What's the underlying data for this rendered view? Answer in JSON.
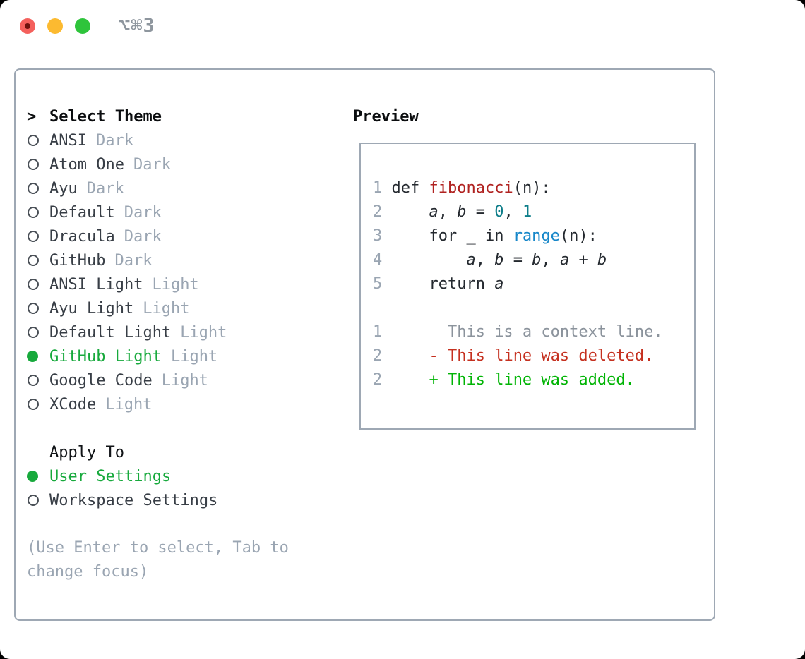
{
  "window": {
    "shortcut_label": "⌥⌘3",
    "traffic_lights": {
      "close_color": "#F4605C",
      "close_dot_color": "#6E120D",
      "minimize_color": "#FCBA30",
      "zoom_color": "#2EC43B"
    }
  },
  "colors": {
    "default": "#24292F",
    "lineno": "#9AA5B2",
    "function": "#B02220",
    "number": "#0E7E8A",
    "builtin": "#1787C9",
    "context": "#8B939C",
    "deleted": "#C5301F",
    "added": "#00B404",
    "selected_green": "#17A93C",
    "panel_border": "#9EA8B4"
  },
  "theme_panel": {
    "prompt": ">",
    "title": "Select Theme",
    "themes": [
      {
        "name": "ANSI",
        "variant": "Dark",
        "selected": false
      },
      {
        "name": "Atom One",
        "variant": "Dark",
        "selected": false
      },
      {
        "name": "Ayu",
        "variant": "Dark",
        "selected": false
      },
      {
        "name": "Default",
        "variant": "Dark",
        "selected": false
      },
      {
        "name": "Dracula",
        "variant": "Dark",
        "selected": false
      },
      {
        "name": "GitHub",
        "variant": "Dark",
        "selected": false
      },
      {
        "name": "ANSI Light",
        "variant": "Light",
        "selected": false
      },
      {
        "name": "Ayu Light",
        "variant": "Light",
        "selected": false
      },
      {
        "name": "Default Light",
        "variant": "Light",
        "selected": false
      },
      {
        "name": "GitHub Light",
        "variant": "Light",
        "selected": true
      },
      {
        "name": "Google Code",
        "variant": "Light",
        "selected": false
      },
      {
        "name": "XCode",
        "variant": "Light",
        "selected": false
      }
    ],
    "apply_to": {
      "title": "Apply To",
      "options": [
        {
          "label": "User Settings",
          "selected": true
        },
        {
          "label": "Workspace Settings",
          "selected": false
        }
      ]
    },
    "help_lines": [
      "(Use Enter to select, Tab to",
      "change focus)"
    ]
  },
  "preview": {
    "title": "Preview",
    "code_lines": [
      [
        {
          "t": "1",
          "c": "lineno"
        },
        {
          "t": " def ",
          "c": "default"
        },
        {
          "t": "fibonacci",
          "c": "function"
        },
        {
          "t": "(n):",
          "c": "default"
        }
      ],
      [
        {
          "t": "2",
          "c": "lineno"
        },
        {
          "t": "     ",
          "c": "default"
        },
        {
          "t": "a",
          "c": "default",
          "i": true
        },
        {
          "t": ", ",
          "c": "default"
        },
        {
          "t": "b",
          "c": "default",
          "i": true
        },
        {
          "t": " = ",
          "c": "default"
        },
        {
          "t": "0",
          "c": "number"
        },
        {
          "t": ", ",
          "c": "default"
        },
        {
          "t": "1",
          "c": "number"
        }
      ],
      [
        {
          "t": "3",
          "c": "lineno"
        },
        {
          "t": "     for _ in ",
          "c": "default"
        },
        {
          "t": "range",
          "c": "builtin"
        },
        {
          "t": "(n):",
          "c": "default"
        }
      ],
      [
        {
          "t": "4",
          "c": "lineno"
        },
        {
          "t": "         ",
          "c": "default"
        },
        {
          "t": "a",
          "c": "default",
          "i": true
        },
        {
          "t": ", ",
          "c": "default"
        },
        {
          "t": "b",
          "c": "default",
          "i": true
        },
        {
          "t": " = ",
          "c": "default"
        },
        {
          "t": "b",
          "c": "default",
          "i": true
        },
        {
          "t": ", ",
          "c": "default"
        },
        {
          "t": "a",
          "c": "default",
          "i": true
        },
        {
          "t": " + ",
          "c": "default"
        },
        {
          "t": "b",
          "c": "default",
          "i": true
        }
      ],
      [
        {
          "t": "5",
          "c": "lineno"
        },
        {
          "t": "     return ",
          "c": "default"
        },
        {
          "t": "a",
          "c": "default",
          "i": true
        }
      ],
      [],
      [
        {
          "t": "1",
          "c": "lineno"
        },
        {
          "t": "       This is a context line.",
          "c": "context"
        }
      ],
      [
        {
          "t": "2",
          "c": "lineno"
        },
        {
          "t": "     ",
          "c": "default"
        },
        {
          "t": "- This line was deleted.",
          "c": "deleted"
        }
      ],
      [
        {
          "t": "2",
          "c": "lineno"
        },
        {
          "t": "     ",
          "c": "default"
        },
        {
          "t": "+ This line was added.",
          "c": "added"
        }
      ]
    ]
  }
}
